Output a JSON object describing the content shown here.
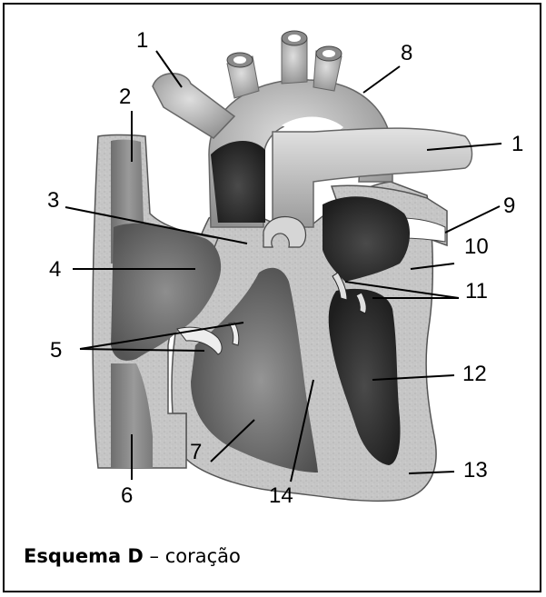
{
  "figure": {
    "labels": {
      "l1_top": "1",
      "l1_right": "1",
      "l2": "2",
      "l3": "3",
      "l4": "4",
      "l5": "5",
      "l6": "6",
      "l7": "7",
      "l8": "8",
      "l9": "9",
      "l10": "10",
      "l11": "11",
      "l12": "12",
      "l13": "13",
      "l14": "14"
    },
    "caption": {
      "bold": "Esquema D",
      "rest": " – coração"
    }
  },
  "colors": {
    "tissue": "#c9c9c9",
    "vessel_light": "#d2d2d2",
    "cavity_mid": "#7a7a7a",
    "cavity_dark": "#3a3a3a",
    "lines": "#000000"
  }
}
